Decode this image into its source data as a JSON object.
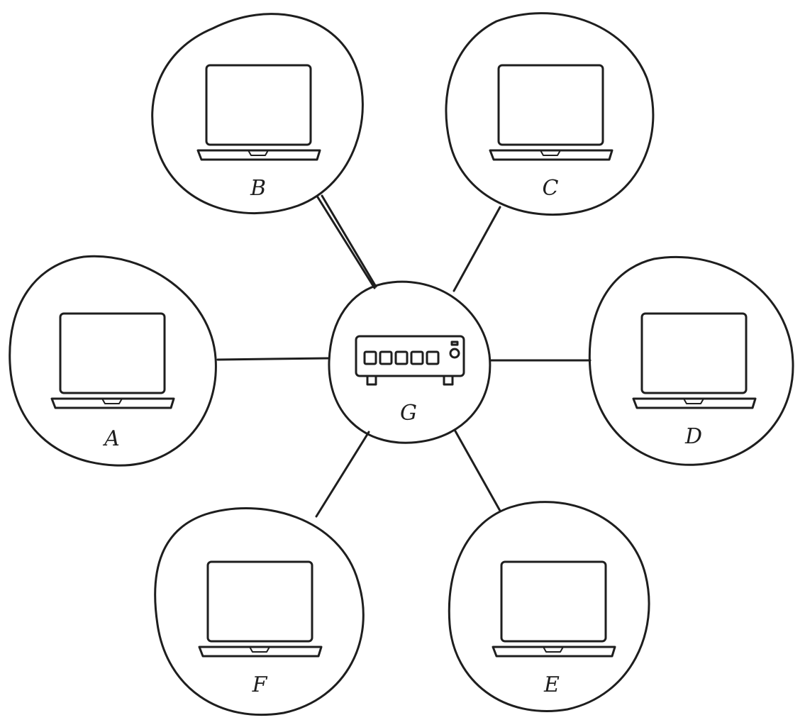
{
  "diagram": {
    "hub": {
      "label": "G",
      "icon": "network-switch-icon"
    },
    "nodes": [
      {
        "id": "A",
        "label": "A",
        "icon": "laptop-icon"
      },
      {
        "id": "B",
        "label": "B",
        "icon": "laptop-icon"
      },
      {
        "id": "C",
        "label": "C",
        "icon": "laptop-icon"
      },
      {
        "id": "D",
        "label": "D",
        "icon": "laptop-icon"
      },
      {
        "id": "E",
        "label": "E",
        "icon": "laptop-icon"
      },
      {
        "id": "F",
        "label": "F",
        "icon": "laptop-icon"
      }
    ],
    "edges": [
      {
        "from": "G",
        "to": "A"
      },
      {
        "from": "G",
        "to": "B"
      },
      {
        "from": "G",
        "to": "C"
      },
      {
        "from": "G",
        "to": "D"
      },
      {
        "from": "G",
        "to": "E"
      },
      {
        "from": "G",
        "to": "F"
      }
    ],
    "colors": {
      "stroke": "#1e1e1e",
      "background": "#ffffff"
    }
  }
}
